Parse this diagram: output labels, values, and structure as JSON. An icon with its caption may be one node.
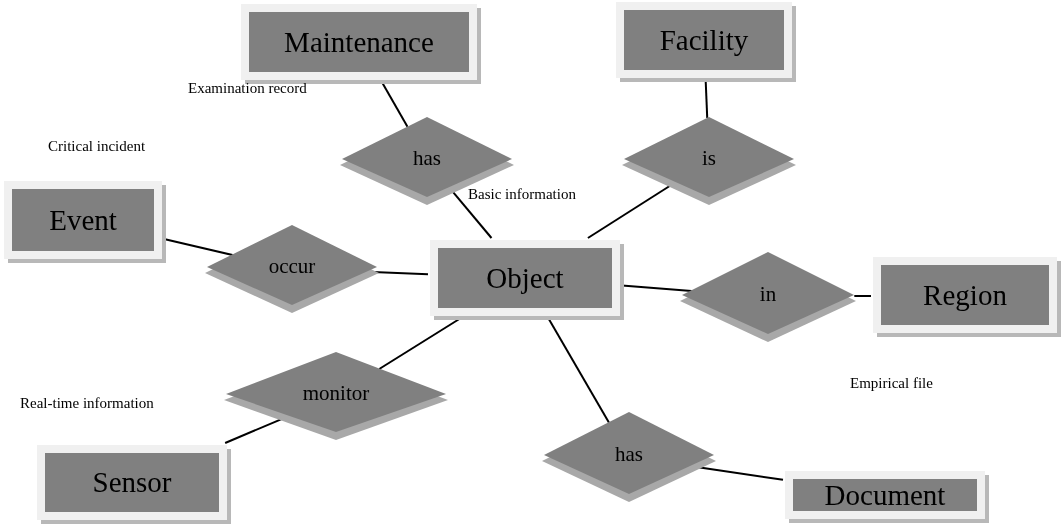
{
  "diagram": {
    "nodes": [
      {
        "text": [
          "Maintenance"
        ]
      },
      {
        "text": [
          "Facility"
        ]
      },
      {
        "text": [
          "has"
        ]
      },
      {
        "text": [
          "is"
        ]
      },
      {
        "text": [
          "Event"
        ]
      },
      {
        "text": [
          "occur"
        ]
      },
      {
        "text": [
          "Object"
        ]
      },
      {
        "text": [
          "in"
        ]
      },
      {
        "text": [
          "Region"
        ]
      },
      {
        "text": [
          "monitor"
        ]
      },
      {
        "text": [
          "has"
        ]
      },
      {
        "text": [
          "Document"
        ]
      },
      {
        "text": [
          "Sensor"
        ]
      }
    ],
    "edges": [
      {
        "from": 0,
        "to": 2,
        "arrow": "none"
      },
      {
        "from": 2,
        "to": 6,
        "arrow": "none"
      },
      {
        "from": 1,
        "to": 3,
        "arrow": "none"
      },
      {
        "from": 3,
        "to": 6,
        "arrow": "none"
      },
      {
        "from": 4,
        "to": 5,
        "arrow": "none"
      },
      {
        "from": 5,
        "to": 6,
        "arrow": "none"
      },
      {
        "from": 6,
        "to": 7,
        "arrow": "none"
      },
      {
        "from": 7,
        "to": 8,
        "arrow": "none"
      },
      {
        "from": 6,
        "to": 9,
        "arrow": "none"
      },
      {
        "from": 9,
        "to": 12,
        "arrow": "none"
      },
      {
        "from": 6,
        "to": 10,
        "arrow": "none"
      },
      {
        "from": 10,
        "to": 11,
        "arrow": "none"
      }
    ],
    "labels": [
      "Examination record",
      "Critical incident",
      "Basic information",
      "Empirical file",
      "Real-time information"
    ]
  }
}
